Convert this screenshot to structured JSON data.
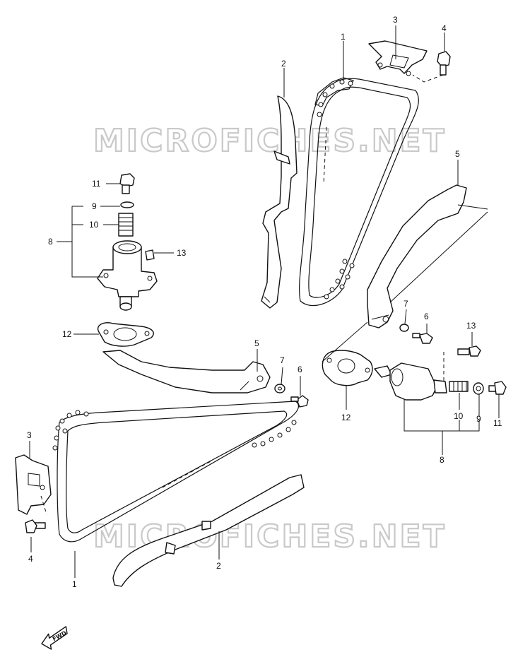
{
  "watermark": "MICROFICHES.NET",
  "fwd_label": "FWD",
  "callouts": {
    "c1_top": "1",
    "c2_top": "2",
    "c3_top": "3",
    "c4_top": "4",
    "c5_top": "5",
    "c11_left": "11",
    "c9_left": "9",
    "c10_left": "10",
    "c8_left": "8",
    "c13_left": "13",
    "c12_left": "12",
    "c5_mid": "5",
    "c7_mid": "7",
    "c6_mid": "6",
    "c7_right": "7",
    "c6_right": "6",
    "c13_right": "13",
    "c12_right": "12",
    "c10_right": "10",
    "c9_right": "9",
    "c11_right": "11",
    "c8_right": "8",
    "c3_bot": "3",
    "c4_bot": "4",
    "c1_bot": "1",
    "c2_bot": "2"
  }
}
